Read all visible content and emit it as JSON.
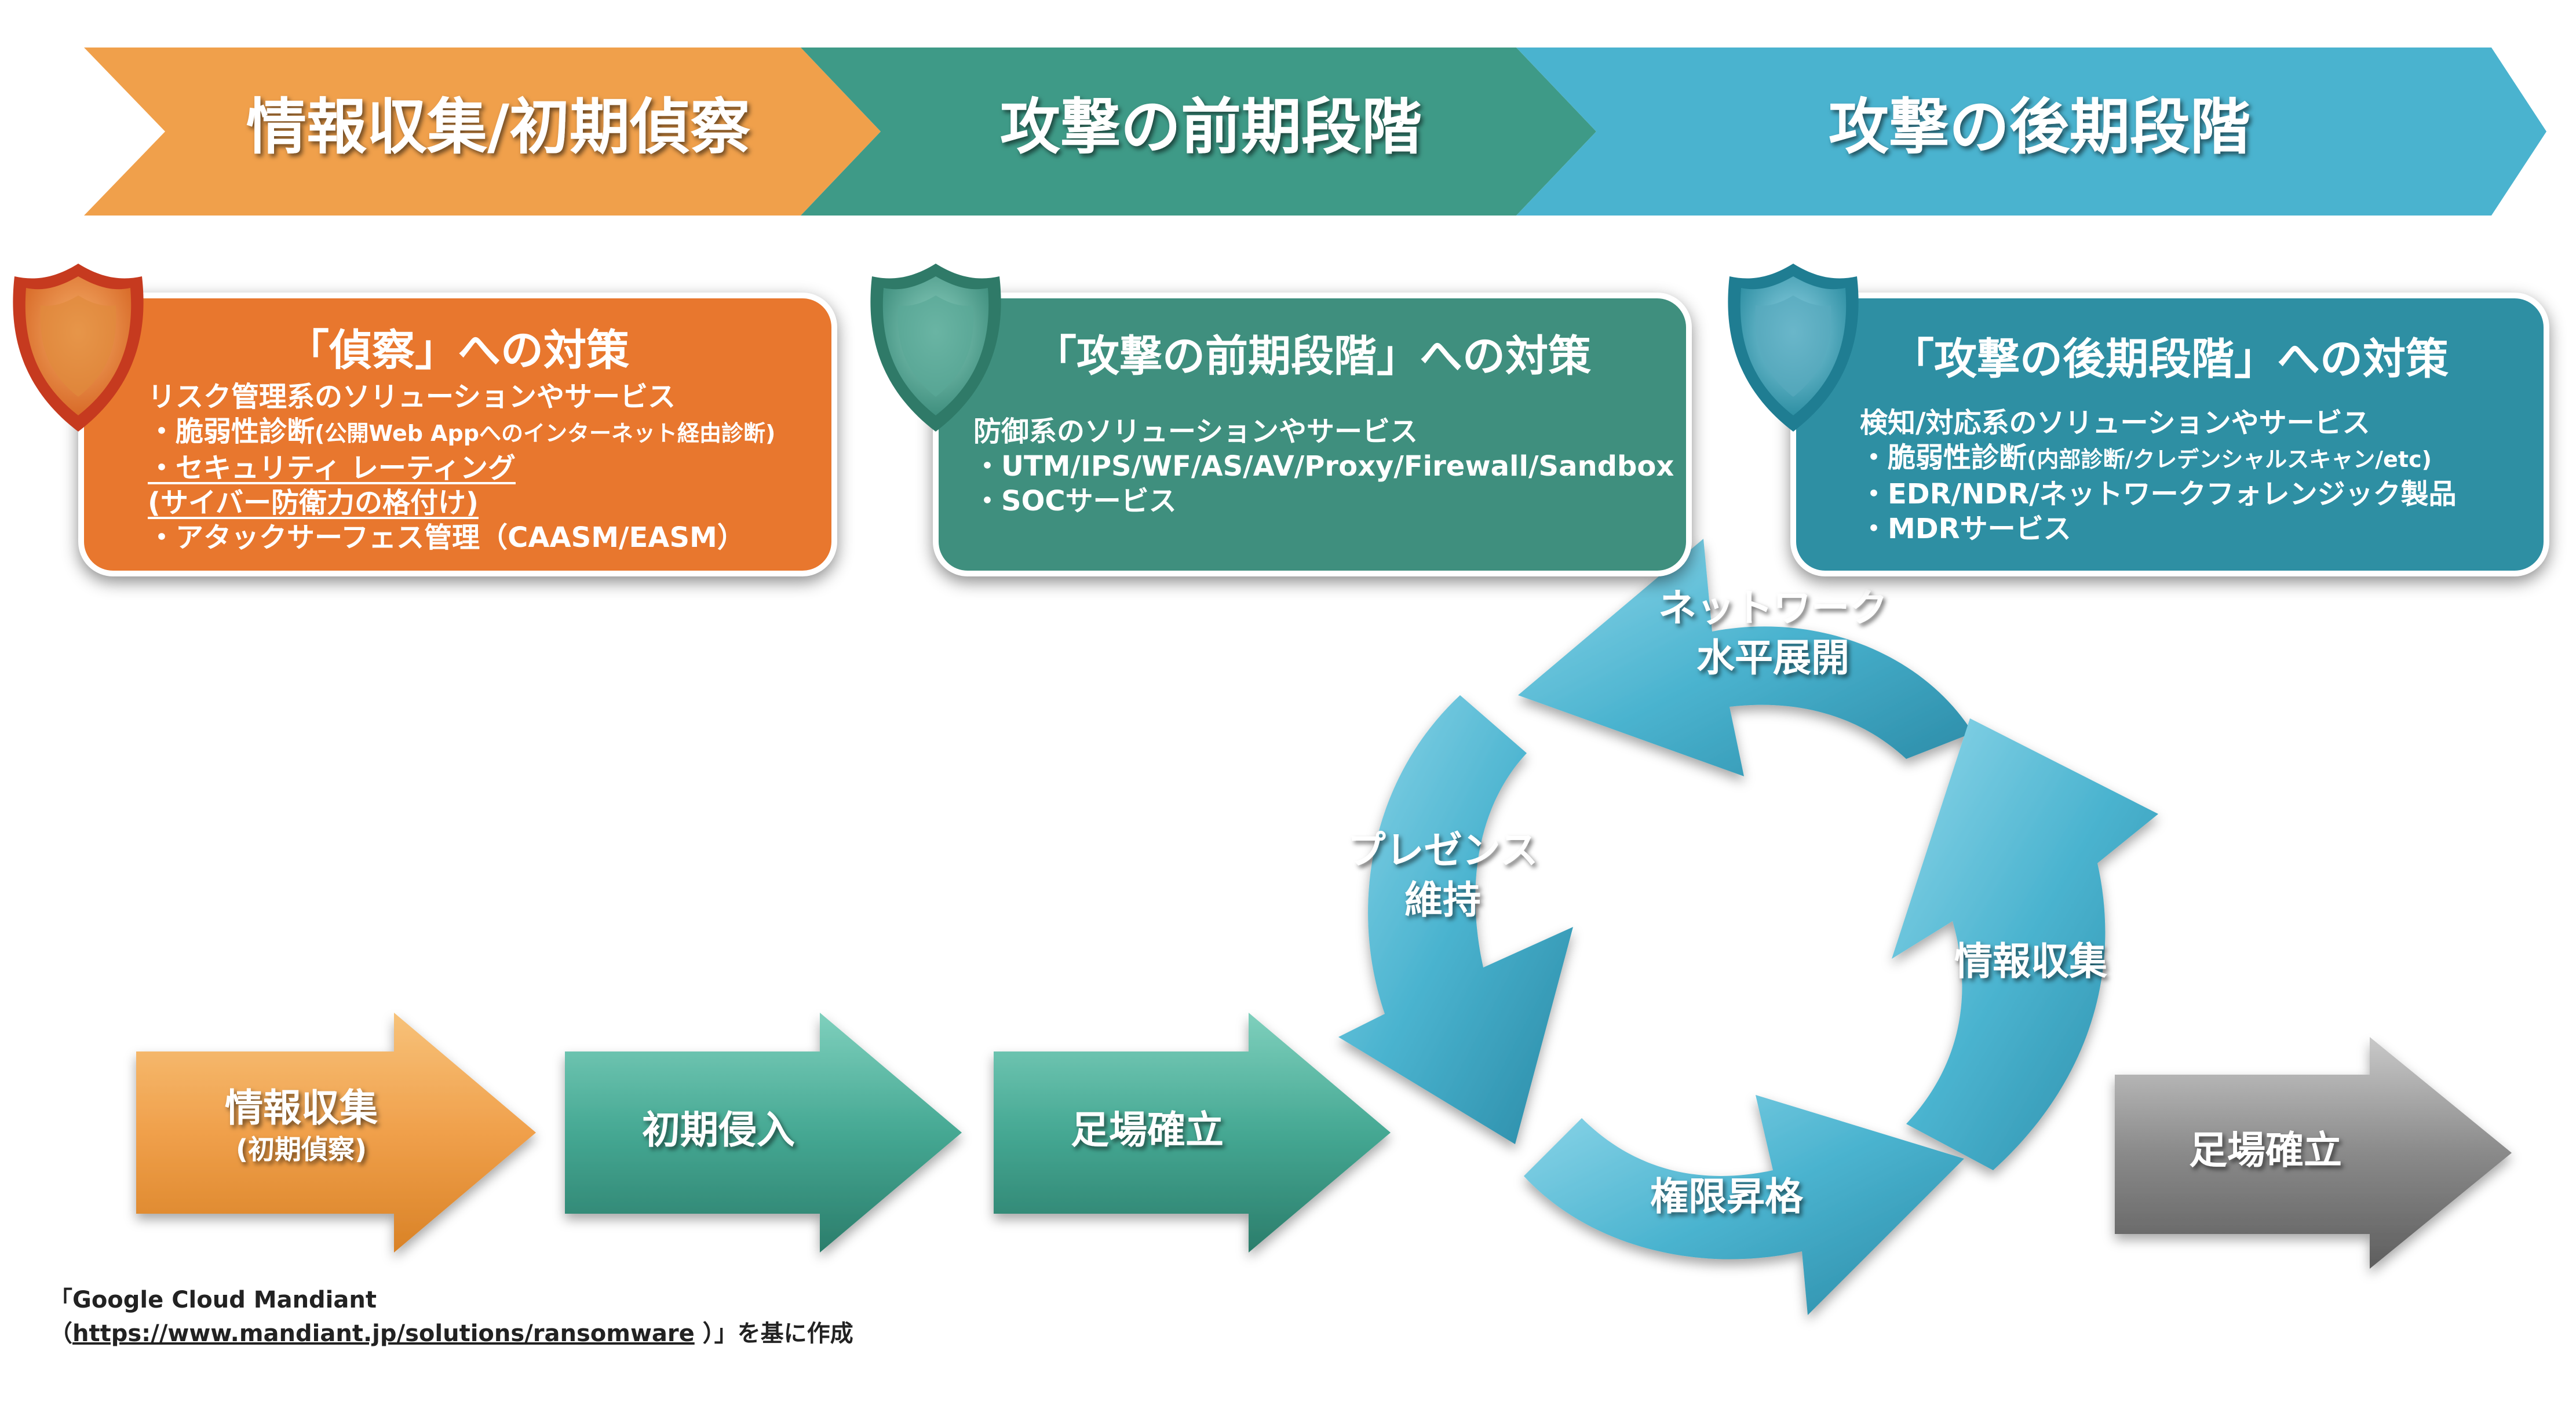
{
  "phases": [
    {
      "label": "情報収集/初期偵察",
      "color": "#f0a04b"
    },
    {
      "label": "攻撃の前期段階",
      "color": "#3e9a87"
    },
    {
      "label": "攻撃の後期段階",
      "color": "#4ab3cf"
    }
  ],
  "boxes": [
    {
      "title": "「偵察」への対策",
      "intro": "リスク管理系のソリューションやサービス",
      "item1": "・脆弱性診断",
      "item1_note": "(公開Web Appへのインターネット経由診断)",
      "item2a": "・セキュリティ レーティング",
      "item2b": "(サイバー防衛力の格付け)",
      "item3": "・アタックサーフェス管理（CAASM/EASM）",
      "color": "#e8772e"
    },
    {
      "title": "「攻撃の前期段階」への対策",
      "intro": "防御系のソリューションやサービス",
      "item1": "・UTM/IPS/WF/AS/AV/Proxy/Firewall/Sandbox",
      "item2": "・SOCサービス",
      "color": "#3f8f7e"
    },
    {
      "title": "「攻撃の後期段階」への対策",
      "intro": "検知/対応系のソリューションやサービス",
      "item1": "・脆弱性診断",
      "item1_note": "(内部診断/クレデンシャルスキャン/etc)",
      "item2": "・EDR/NDR/ネットワークフォレンジック製品",
      "item3": "・MDRサービス",
      "color": "#2e8fa3"
    }
  ],
  "flow": [
    {
      "label": "情報収集",
      "sublabel": "(初期偵察)",
      "color": "#f0a04b"
    },
    {
      "label": "初期侵入",
      "color": "#45a893"
    },
    {
      "label": "足場確立",
      "color": "#45a893"
    },
    {
      "label": "足場確立",
      "color": "#8a8a8a"
    }
  ],
  "cycle": {
    "color": "#4ab3cf",
    "steps": {
      "network_a": "ネットワーク",
      "network_b": "水平展開",
      "info": "情報収集",
      "priv": "権限昇格",
      "presence_a": "プレゼンス",
      "presence_b": "維持"
    }
  },
  "credit": {
    "line1": "「Google Cloud Mandiant",
    "open": "（",
    "url": "https://www.mandiant.jp/solutions/ransomware",
    "close": " ）」を基に作成"
  }
}
